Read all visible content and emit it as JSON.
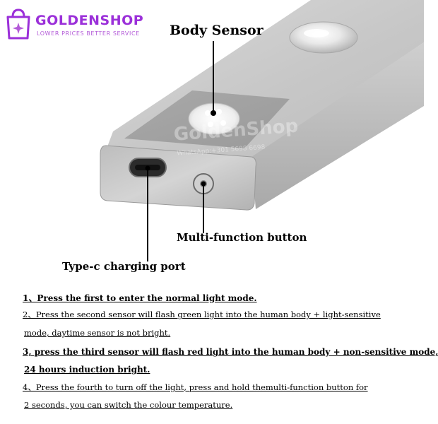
{
  "brand": {
    "name": "GOLDENSHOP",
    "tagline": "LOWER PRICES BETTER SERVICE",
    "watermark": "GoldenShop",
    "watermark_sub": "WhatsApp:+301 5698 6698",
    "colors": {
      "primary": "#9b30d9",
      "secondary": "#b35ad8"
    },
    "icon": "shopping-bag-icon"
  },
  "labels": {
    "body_sensor": "Body Sensor",
    "multi_function_button": "Multi-function button",
    "typec_port": "Type-c charging port"
  },
  "instructions": {
    "step1": "1、Press the first to enter the normal light mode.",
    "step2_line1": "2、Press the second sensor will flash green light into the human body + light-sensitive",
    "step2_line2": " mode, daytime sensor is not bright.",
    "step3_line1": "3, press the third sensor will flash red light into the human body + non-sensitive mode,",
    "step3_line2": " 24 hours induction bright.",
    "step4_line1": "4、Press the fourth to turn off the light, press and hold themulti-function button for",
    "step4_line2": " 2 seconds, you can switch the colour temperature."
  }
}
